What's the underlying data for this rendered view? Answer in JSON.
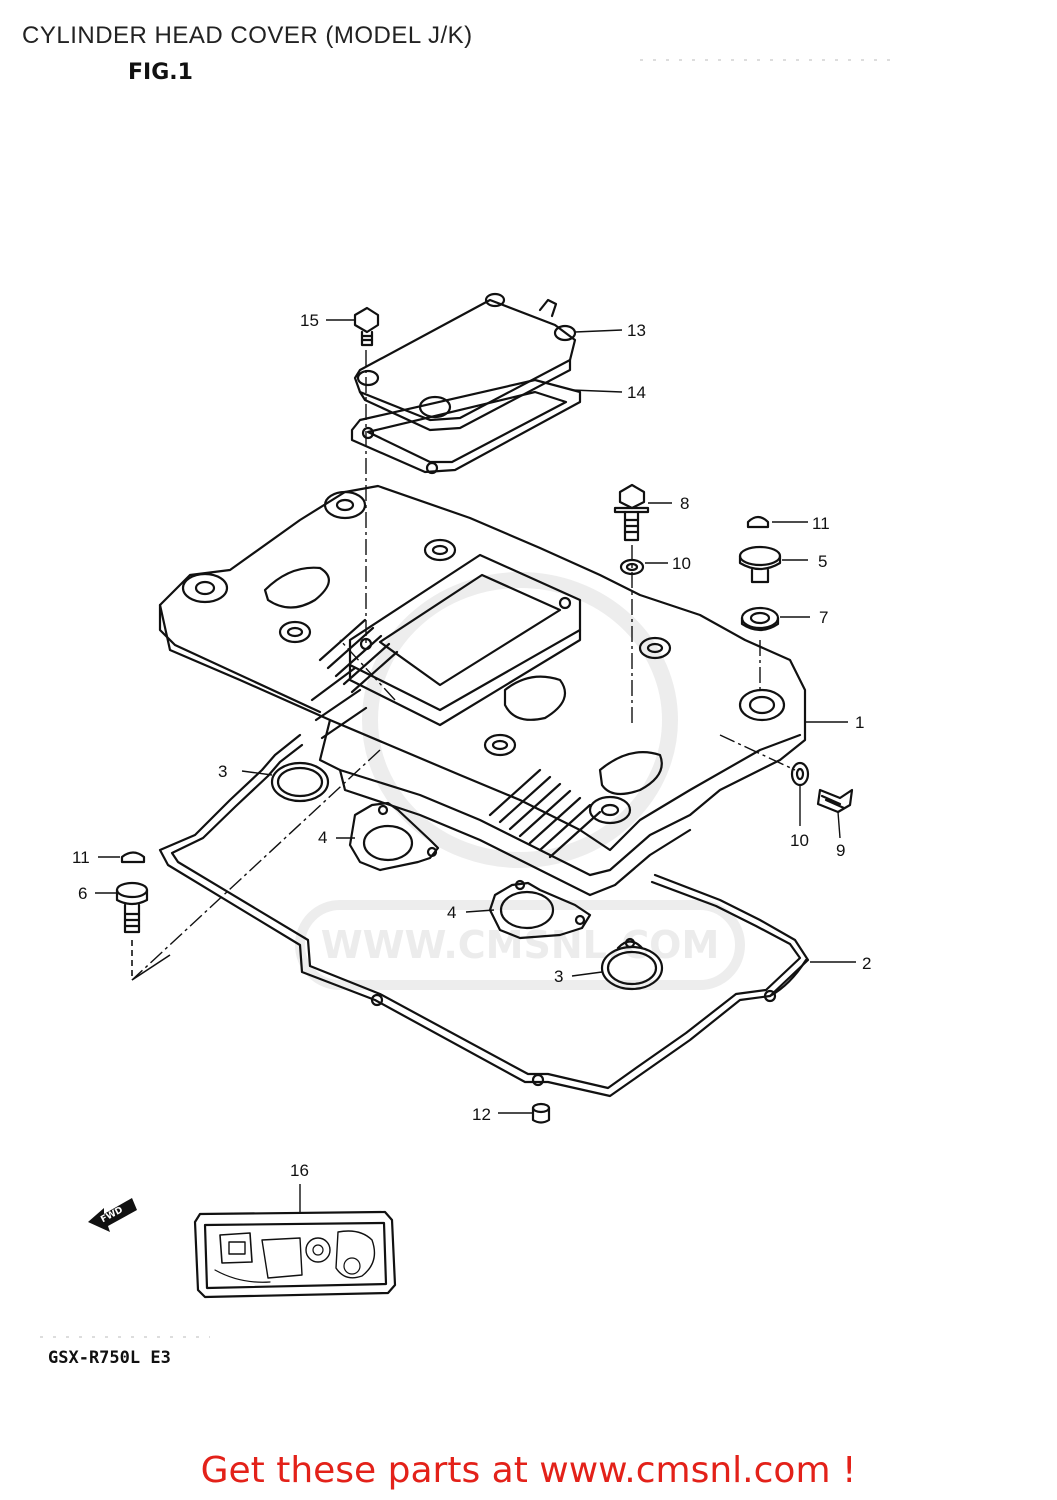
{
  "header": {
    "title": "CYLINDER HEAD COVER (MODEL J/K)",
    "figure": "FIG.1"
  },
  "footer": {
    "model_code": "GSX-R750L E3",
    "cta": "Get these parts at www.cmsnl.com !"
  },
  "watermark": {
    "text": "WWW.CMSNL.COM"
  },
  "direction_badge": "FWD",
  "callouts": {
    "c1": "1",
    "c2": "2",
    "c3a": "3",
    "c3b": "3",
    "c4a": "4",
    "c4b": "4",
    "c5": "5",
    "c6": "6",
    "c7": "7",
    "c8": "8",
    "c9": "9",
    "c10a": "10",
    "c10b": "10",
    "c11a": "11",
    "c11b": "11",
    "c12": "12",
    "c13": "13",
    "c14": "14",
    "c15": "15",
    "c16": "16"
  },
  "colors": {
    "cta": "#e32119",
    "line": "#111111",
    "watermark": "#ececec"
  }
}
